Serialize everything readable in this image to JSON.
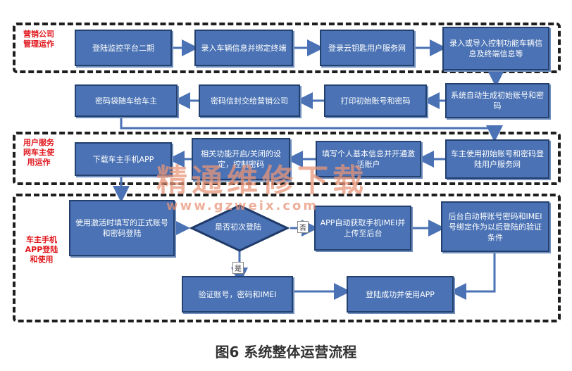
{
  "sections": {
    "company": "营销公司\n管理运作",
    "service": "用户服务\n网车主使\n用运作",
    "app": "车主手机\nAPP登陆\n和使用"
  },
  "boxes": {
    "b1": "登陆监控平台二期",
    "b2": "录入车辆信息并绑定终端",
    "b3": "登录云钥匙用户服务网",
    "b4": "录入或导入控制功能车辆信息及终端信息等",
    "b5": "系统自动生成初始账号和密码",
    "b6": "打印初始账号和密码",
    "b7": "密码信封交给营销公司",
    "b8": "密码袋随车给车主",
    "b9": "车主使用初始账号和密码登陆用户服务网",
    "b10": "填写个人基本信息并开通激活账户",
    "b11": "相关功能开启/关闭的设定，控制密码",
    "b12": "下载车主手机APP",
    "b13": "使用激活时填写的正式账号和密码登陆",
    "b14": "APP自动获取手机IMEI并上传至后台",
    "b15": "后台自动将账号密码和IMEI号绑定作为以后登陆的验证条件",
    "b16": "验证账号，密码和IMEI",
    "b17": "登陆成功并使用APP"
  },
  "decision": "是否初次登陆",
  "branch_yes": "是",
  "branch_no": "否",
  "watermark": "精通维修下载",
  "watermark_url": "www.gzweix.com",
  "caption": "图6 系统整体运营流程",
  "colors": {
    "box_fill": "#4a72b4",
    "box_border": "#23406f",
    "section_label": "#e0151b",
    "arrow": "#4a72b4"
  }
}
